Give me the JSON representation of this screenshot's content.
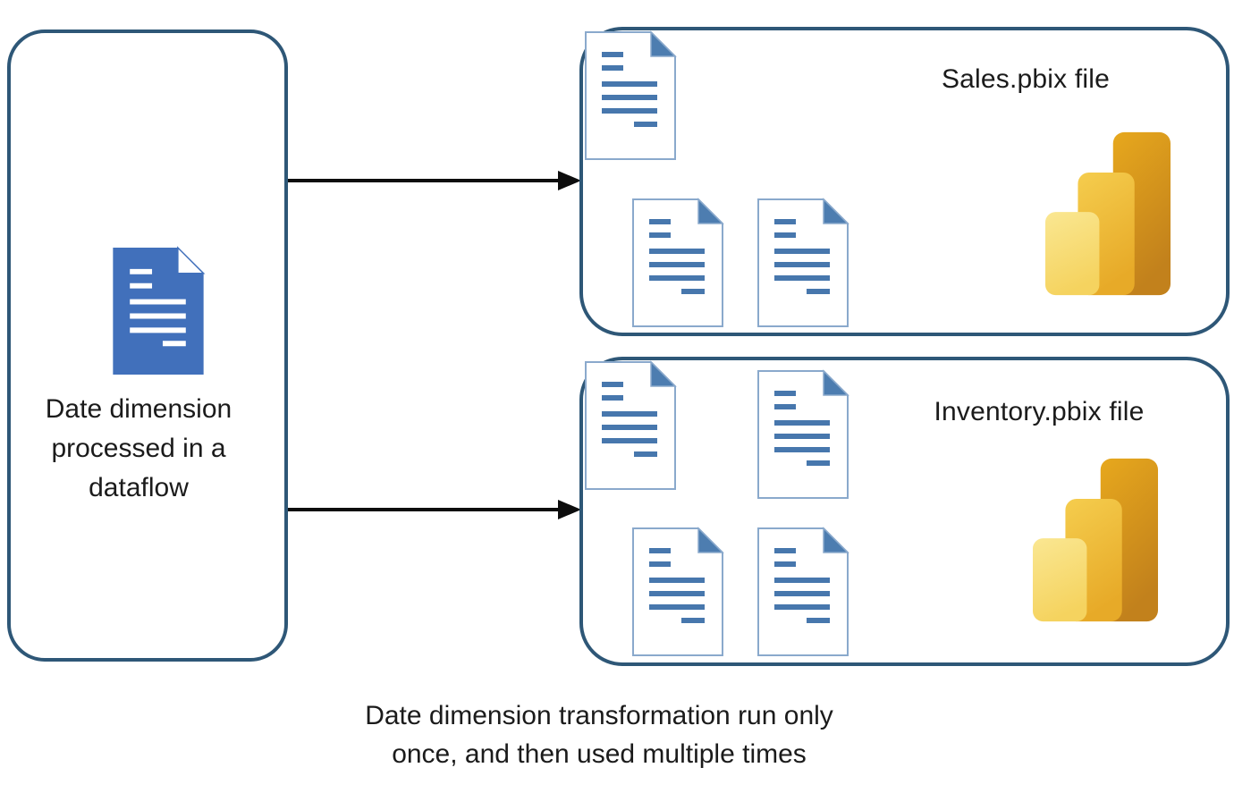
{
  "diagram": {
    "source_box": {
      "lines": [
        "Date dimension",
        "processed in a",
        "dataflow"
      ],
      "icon": "blue-document-icon"
    },
    "sales_box": {
      "title": "Sales.pbix file",
      "document_count": 3,
      "icon": "power-bi-logo"
    },
    "inventory_box": {
      "title": "Inventory.pbix file",
      "document_count": 4,
      "icon": "power-bi-logo"
    },
    "caption_lines": [
      "Date dimension transformation run only",
      "once, and then used multiple times"
    ],
    "colors": {
      "box_border": "#2e5777",
      "doc_outline": "#8aa9cc",
      "doc_lines": "#4777ad",
      "doc_fold": "#4d7db0",
      "source_doc_fill": "#4170bb",
      "pbi_light": "#fae58f",
      "pbi_mid": "#f0c23c",
      "pbi_dark": "#d4941d",
      "arrow": "#0d0d0d",
      "text": "#1b1b1b"
    }
  }
}
